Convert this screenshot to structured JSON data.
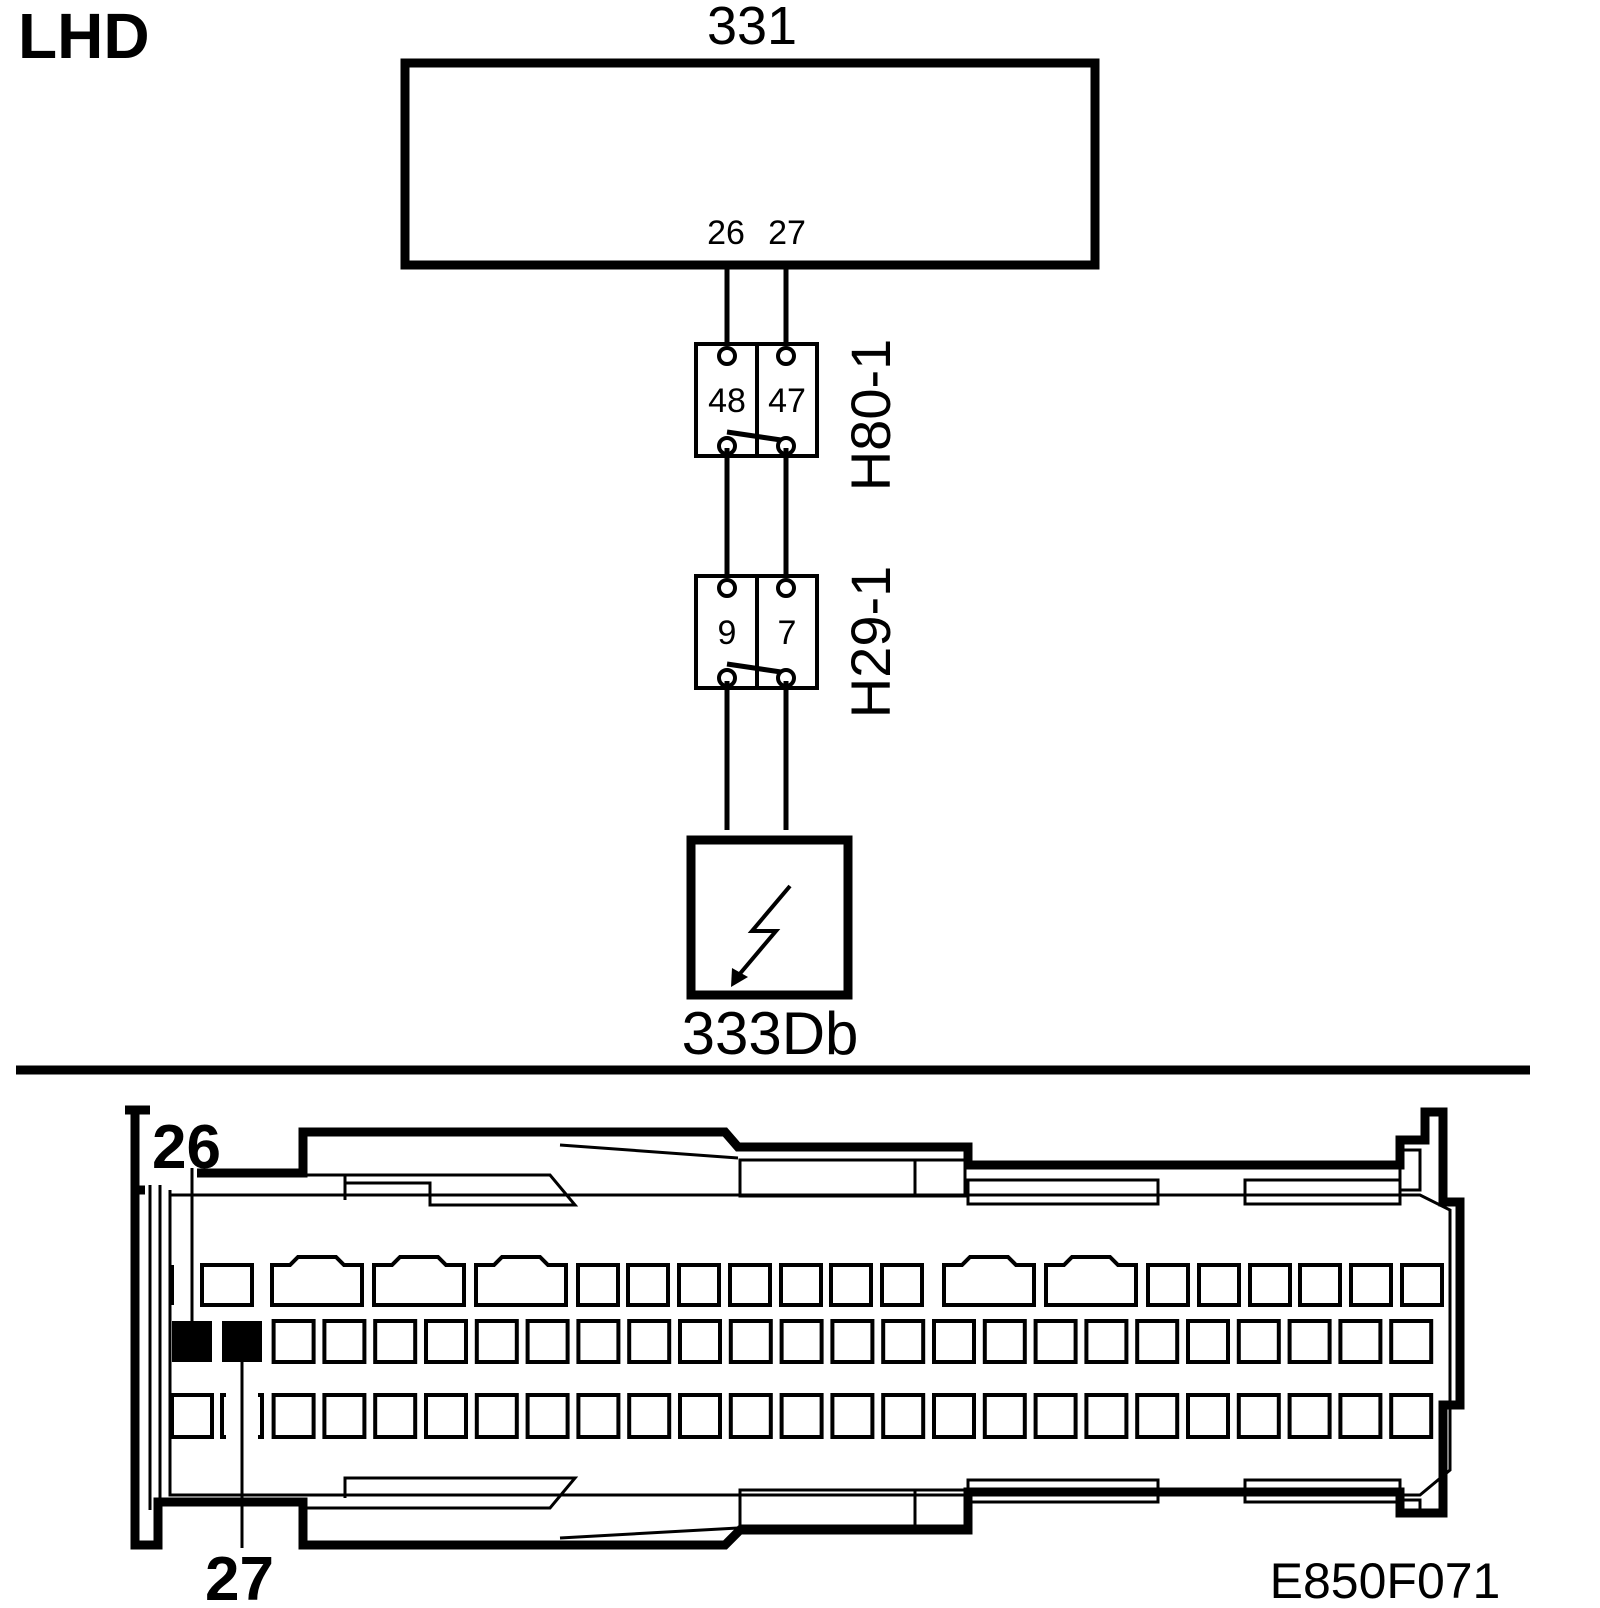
{
  "corner_label": "LHD",
  "module": {
    "name": "331",
    "pins": [
      "26",
      "27"
    ]
  },
  "connectors": [
    {
      "name": "H80-1",
      "pins": [
        "48",
        "47"
      ]
    },
    {
      "name": "H29-1",
      "pins": [
        "9",
        "7"
      ]
    }
  ],
  "diagnostic_socket": {
    "name": "333Db"
  },
  "pin_view": {
    "top_pin": "26",
    "bottom_pin": "27"
  },
  "figure_code": "E850F071"
}
